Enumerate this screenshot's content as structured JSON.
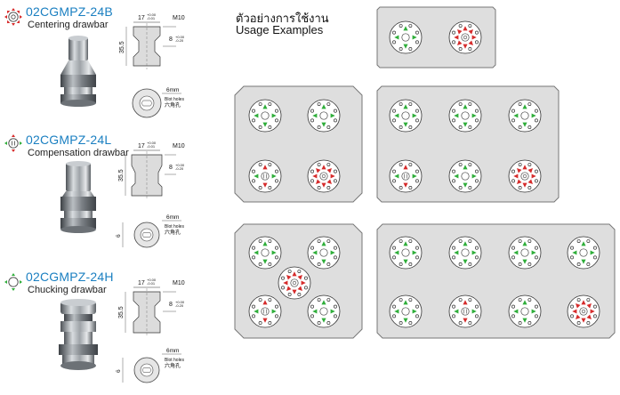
{
  "products": [
    {
      "code": "02CGMPZ-24B",
      "name": "Centering drawbar",
      "type": "centering"
    },
    {
      "code": "02CGMPZ-24L",
      "name": "Compensation drawbar",
      "type": "compensation"
    },
    {
      "code": "02CGMPZ-24H",
      "name": "Chucking drawbar",
      "type": "chucking"
    }
  ],
  "dimensions": {
    "width": "17",
    "width_tol_top": "+0.00",
    "width_tol_bottom": "-0.01",
    "thread": "M10",
    "depth": "8",
    "depth_tol_top": "+0.00",
    "depth_tol_bottom": "-0.20",
    "height": "35.5",
    "hex": "6mm",
    "bolt_label": "Blot holes",
    "bolt_label_jp": "六角孔",
    "side_dim": "6"
  },
  "usage": {
    "title_th": "ตัวอย่างการใช้งาน",
    "title_en": "Usage Examples"
  },
  "colors": {
    "code_blue": "#1a7fc1",
    "arrow_red": "#d62b2b",
    "arrow_green": "#2fae3a",
    "plate_fill": "#dedede",
    "plate_stroke": "#777777"
  }
}
